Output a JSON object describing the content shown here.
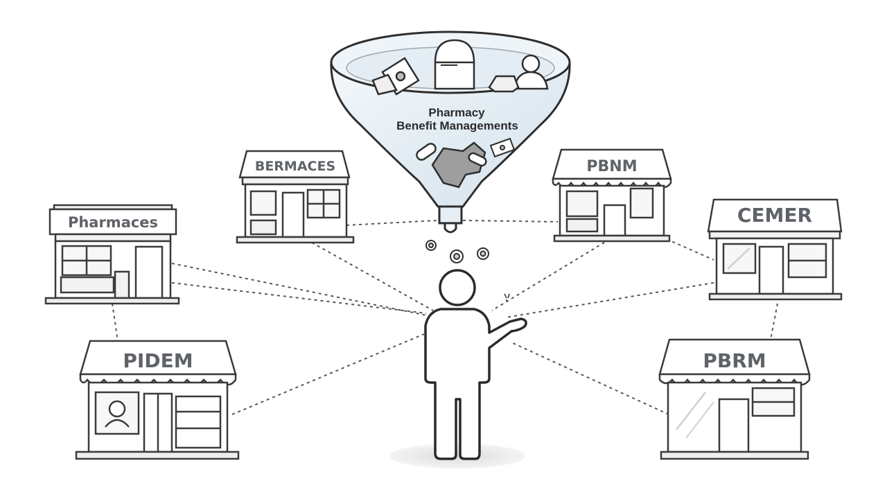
{
  "funnel": {
    "label_line1": "Pharmacy",
    "label_line2": "Benefit Managements"
  },
  "stores": [
    {
      "id": "store-pharmaces",
      "sign": "Pharmaces"
    },
    {
      "id": "store-bermaces",
      "sign": "BERMACES"
    },
    {
      "id": "store-pidem",
      "sign": "PIDEM"
    },
    {
      "id": "store-pbnm",
      "sign": "PBNM"
    },
    {
      "id": "store-cemer",
      "sign": "CEMER"
    },
    {
      "id": "store-pbrm",
      "sign": "PBRM"
    }
  ],
  "colors": {
    "stroke": "#3a3a3a",
    "sign_text": "#5f6368",
    "funnel_glass": "#e9f1f6",
    "shadow": "#e8e8e8"
  }
}
